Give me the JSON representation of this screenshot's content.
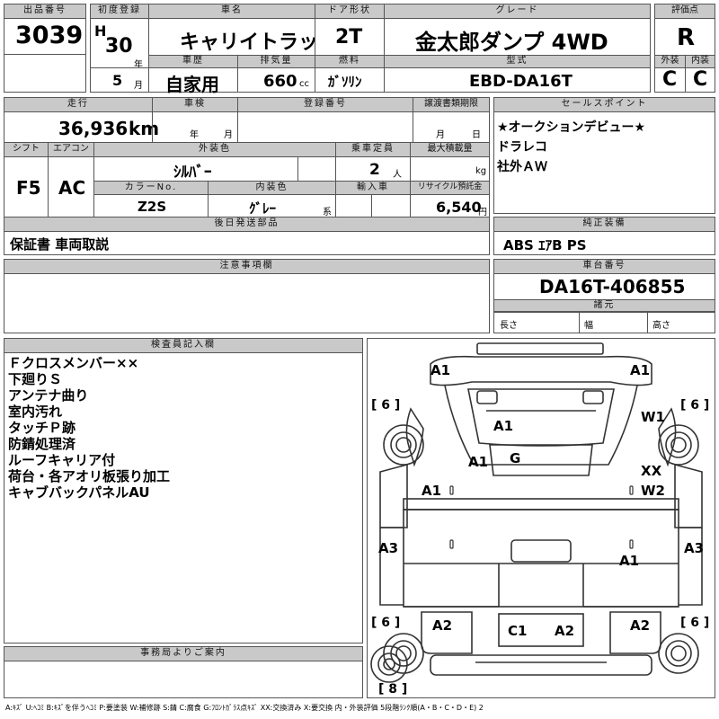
{
  "header": {
    "labels": {
      "lot_no": "出品番号",
      "first_reg": "初度登録",
      "car_name": "車名",
      "door": "ドア形状",
      "grade": "グレード",
      "score": "評価点",
      "history": "車歴",
      "displacement": "排気量",
      "fuel": "燃料",
      "model_code": "型式",
      "exterior": "外装",
      "interior": "内装"
    },
    "lot_no": "3039",
    "era": "H",
    "year": "30",
    "year_unit": "年",
    "month": "5",
    "month_unit": "月",
    "car_name": "キャリイトラック",
    "door": "2T",
    "grade": "金太郎ダンプ 4WD",
    "score": "R",
    "history": "自家用",
    "displacement": "660",
    "displacement_unit": "cc",
    "fuel": "ｶﾞｿﾘﾝ",
    "model_code": "EBD-DA16T",
    "exterior_grade": "C",
    "interior_grade": "C"
  },
  "specs": {
    "labels": {
      "mileage": "走行",
      "inspection": "車検",
      "reg_no": "登録番号",
      "transfer_deadline": "譲渡書類期限",
      "shift": "シフト",
      "aircon": "エアコン",
      "ext_color": "外装色",
      "capacity": "乗車定員",
      "max_load": "最大積載量",
      "color_no": "カラーNo.",
      "int_color": "内装色",
      "import": "輸入車",
      "recycle": "リサイクル預託金",
      "later_parts": "後日発送部品"
    },
    "mileage": "36,936",
    "mileage_unit": "km",
    "inspection_year": "年",
    "inspection_month": "月",
    "deadline_month": "月",
    "deadline_day": "日",
    "shift": "F5",
    "aircon": "AC",
    "ext_color": "ｼﾙﾊﾞｰ",
    "capacity": "2",
    "capacity_unit": "人",
    "max_load_unit": "kg",
    "color_no": "Z2S",
    "int_color": "ｸﾞﾚｰ",
    "int_color_suffix": "系",
    "recycle": "6,540",
    "recycle_unit": "円",
    "later_parts": "保証書 車両取説"
  },
  "sales_points": {
    "label": "セールスポイント",
    "items": [
      "★オークションデビュー★",
      "ドラレコ",
      "社外ＡＷ"
    ]
  },
  "equipment": {
    "label": "純正装備",
    "value": "ABS ｴｱB PS"
  },
  "caution": {
    "label": "注意事項欄"
  },
  "chassis": {
    "label": "車台番号",
    "value": "DA16T-406855",
    "dims_label": "諸元",
    "length": "長さ",
    "width": "幅",
    "height": "高さ"
  },
  "inspector": {
    "label": "検査員記入欄",
    "lines": [
      "Ｆクロスメンバー××",
      "下廻りＳ",
      "アンテナ曲り",
      "室内汚れ",
      "タッチＰ跡",
      "防錆処理済",
      "ルーフキャリア付",
      "荷台・各アオリ板張り加工",
      "キャブバックパネルAU"
    ]
  },
  "office": {
    "label": "事務局よりご案内"
  },
  "diagram": {
    "marks": {
      "fl": "A1",
      "fr": "A1",
      "w1": "W1",
      "a1_hood": "A1",
      "a1_left": "A1",
      "g": "G",
      "xx": "XX",
      "a1_cab": "A1",
      "w2": "W2",
      "a3_l": "A3",
      "a3_r": "A3",
      "a1_bed": "A1",
      "a2_l": "A2",
      "a2_r": "A2",
      "c1": "C1",
      "a2_rear": "A2"
    },
    "tires": {
      "fl": "[ 6 ]",
      "fr": "[ 6 ]",
      "rl": "[ 6 ]",
      "rr": "[ 6 ]",
      "spare": "[ 8 ]"
    }
  },
  "legend": "A:ｷｽﾞ U:ﾍｺﾐ B:ｷｽﾞを伴うﾍｺﾐ P:要塗装 W:補修跡 S:錆 C:腐食 G:ﾌﾛﾝﾄｶﾞﾗｽ点ｷｽﾞ XX:交換済み X:要交換 内・外装評価 5段階ﾗﾝｸ順(A・B・C・D・E) 2"
}
